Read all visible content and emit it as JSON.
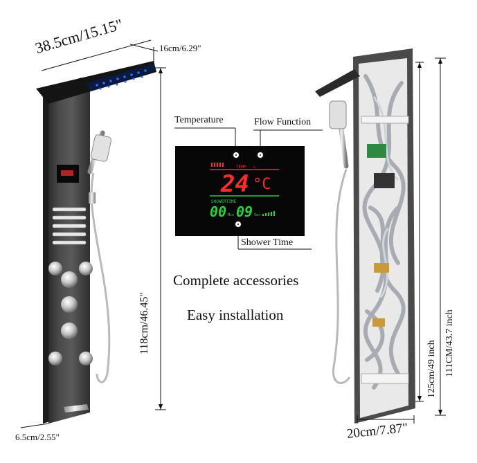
{
  "dimensions": {
    "width": "38.5cm/15.15\"",
    "depth": "16cm/6.29\"",
    "height": "118cm/46.45\"",
    "thickness": "6.5cm/2.55\"",
    "back_width": "20cm/7.87\"",
    "total_height": "125cm/49 inch",
    "body_height": "111CM/43.7 inch"
  },
  "display": {
    "temp_callout": "Temperature",
    "flow_callout": "Flow Function",
    "time_callout": "Shower Time",
    "temp_tag": "TEMP",
    "temperature": "24",
    "unit": "°C",
    "shower_time_tag": "SHOWERTIME",
    "time_min": "00",
    "min_tag": "Min",
    "time_sec": "09",
    "sec_tag": "Sec"
  },
  "features": {
    "line1": "Complete accessories",
    "line2": "Easy installation"
  },
  "colors": {
    "panel": "#3b3b3c",
    "lcd_bg": "#070707",
    "lcd_red": "#ff2a2a",
    "lcd_green": "#29d23a",
    "led_blue": "#2f6dff"
  }
}
